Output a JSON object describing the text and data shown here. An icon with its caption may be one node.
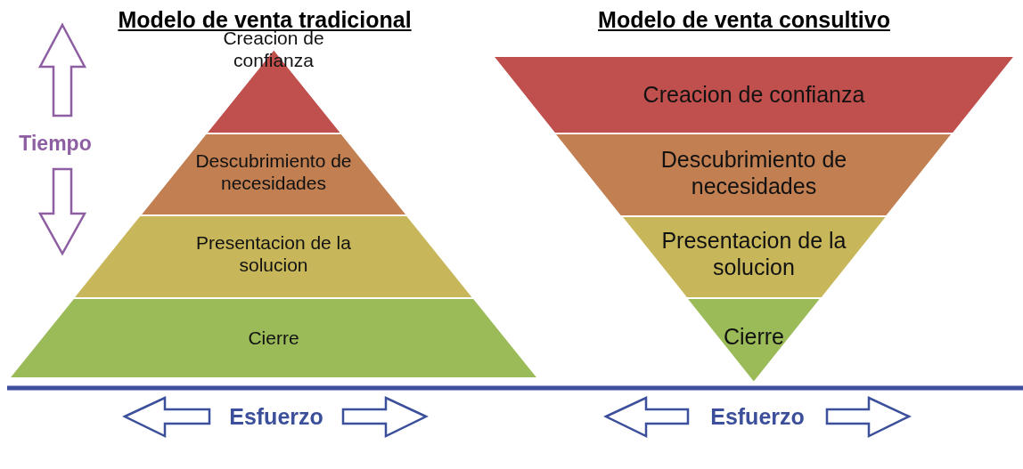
{
  "diagram": {
    "nodes": [
      {
        "text": [
          "Creacion de confianza"
        ]
      },
      {
        "text": [
          "Descubrimiento de necesidades"
        ]
      },
      {
        "text": [
          "Presentacion de la solucion"
        ]
      },
      {
        "text": [
          "Cierre"
        ]
      },
      {
        "text": [
          "Creacion de confianza"
        ]
      },
      {
        "text": [
          "Descubrimiento de necesidades"
        ]
      },
      {
        "text": [
          "Presentacion de la solucion"
        ]
      },
      {
        "text": [
          "Cierre"
        ]
      }
    ],
    "labels": [
      "Modelo de venta tradicional",
      "Modelo de venta consultivo",
      "Tiempo",
      "Esfuerzo",
      "Esfuerzo"
    ]
  }
}
